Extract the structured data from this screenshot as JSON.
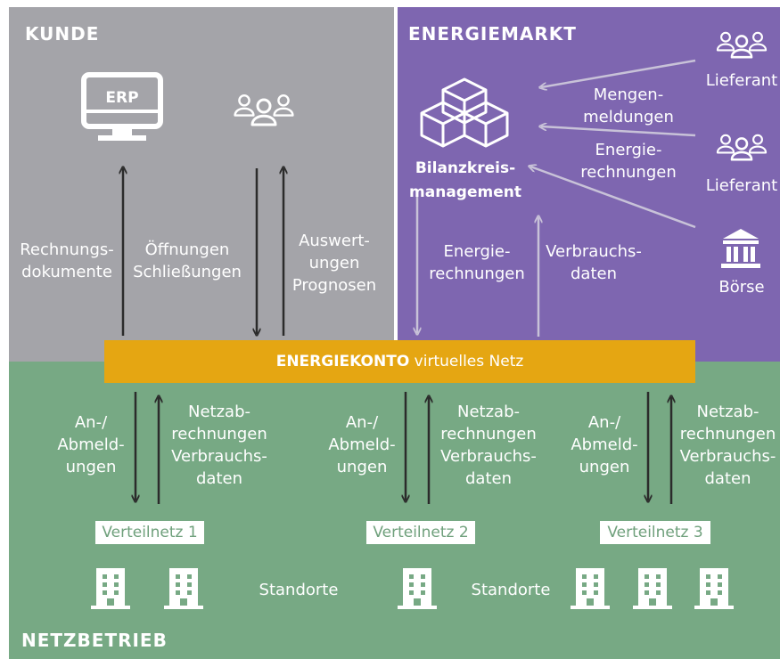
{
  "zones": {
    "kunde": "KUNDE",
    "energiemarkt": "ENERGIEMARKT",
    "netzbetrieb": "NETZBETRIEB"
  },
  "kunde": {
    "erp_label": "ERP",
    "arrow_labels": [
      [
        "Rechnungs-",
        "dokumente"
      ],
      [
        "Öffnungen",
        "Schließungen"
      ],
      [
        "Auswert-",
        "ungen",
        "Prognosen"
      ]
    ]
  },
  "energiemarkt": {
    "center_label": [
      "Bilanzkreis-",
      "management"
    ],
    "participants": [
      "Lieferant",
      "Lieferant",
      "Börse"
    ],
    "flow_labels": [
      [
        "Mengen-",
        "meldungen"
      ],
      [
        "Energie-",
        "rechnungen"
      ]
    ],
    "down_labels": [
      [
        "Energie-",
        "rechnungen"
      ],
      [
        "Verbrauchs-",
        "daten"
      ]
    ]
  },
  "energiekonto": {
    "bold": "ENERGIEKONTO",
    "rest": " virtuelles Netz"
  },
  "netzbetrieb": {
    "left_labels": [
      "An-/",
      "Abmeld-",
      "ungen"
    ],
    "right_labels": [
      "Netzab-",
      "rechnungen",
      "Verbrauchs-",
      "daten"
    ],
    "networks": [
      "Verteilnetz 1",
      "Verteilnetz 2",
      "Verteilnetz 3"
    ],
    "standorte": [
      "Standorte",
      "Standorte"
    ]
  },
  "colors": {
    "kunde": "#a4a4a9",
    "energiemarkt": "#7e66b0",
    "netzbetrieb": "#77a984",
    "energiekonto": "#e5a612"
  },
  "icons": [
    "monitor-icon",
    "people-group-icon",
    "cubes-icon",
    "stock-exchange-icon",
    "building-icon"
  ]
}
